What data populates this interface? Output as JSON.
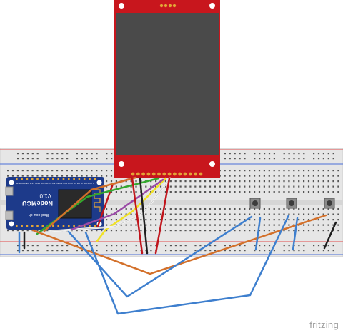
{
  "app": {
    "credit": "fritzing"
  },
  "mcu": {
    "name": "NodeMCU",
    "version": "V1.0",
    "side_text": "Bod-ocu-ch",
    "pin_labels": "GND 3V3 EN RST GND VIN D0 D1 D2 D3 D4 3V3 GND D5 D6 D7 D8 RX TX"
  },
  "colors": {
    "breadboard": "#e6e6e6",
    "rail_red": "#e34b4b",
    "rail_blue": "#4a6fd8",
    "display_board": "#c8161d",
    "display_screen": "#4a4a4a",
    "mcu_board": "#1d3a8a",
    "pin_header": "#e2a437",
    "hole": "#555555",
    "button_body": "#8a8a8a",
    "wire_red": "#c0141b",
    "wire_black": "#1e1e1e",
    "wire_orange": "#d3702a",
    "wire_green": "#33a72e",
    "wire_yellow": "#f0e126",
    "wire_white": "#f2f2f2",
    "wire_purple": "#9a4aa6",
    "wire_blue": "#3e7fce"
  },
  "components": [
    {
      "name": "tft-display",
      "kind": "display"
    },
    {
      "name": "nodemcu-board",
      "kind": "microcontroller"
    },
    {
      "name": "push-button-1",
      "kind": "push-button"
    },
    {
      "name": "push-button-2",
      "kind": "push-button"
    },
    {
      "name": "push-button-3",
      "kind": "push-button"
    }
  ]
}
